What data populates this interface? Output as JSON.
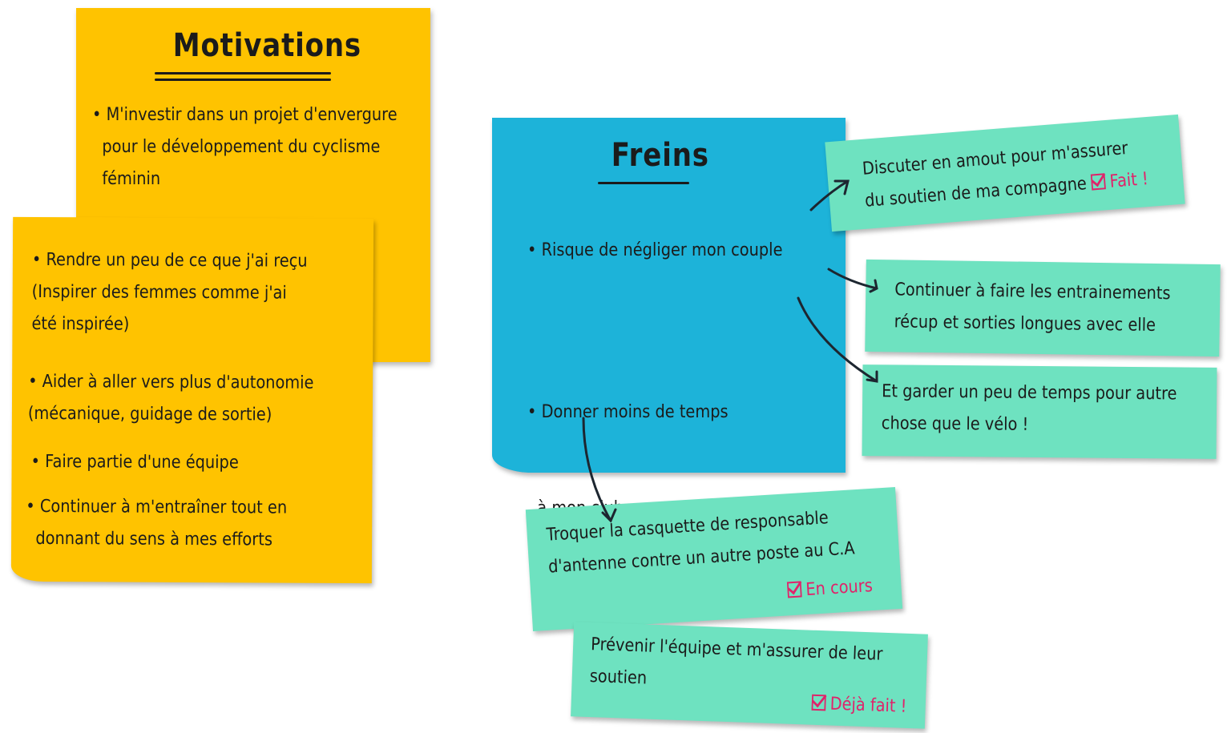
{
  "motivations": {
    "title": "Motivations",
    "items": [
      [
        "• M'investir dans un projet d'envergure",
        "pour le développement du cyclisme",
        "féminin"
      ],
      [
        "• Rendre un peu de ce que j'ai reçu",
        "(Inspirer des femmes comme j'ai",
        " été inspirée)"
      ],
      [
        "• Aider à aller vers plus d'autonomie",
        "(mécanique, guidage de sortie)"
      ],
      [
        "• Faire partie d'une équipe"
      ],
      [
        "• Continuer à m'entraîner tout en",
        "donnant du sens à mes efforts"
      ]
    ]
  },
  "freins": {
    "title": "Freins",
    "items": [
      [
        "• Risque de négliger mon couple"
      ],
      [
        "• Donner moins de temps",
        "  à mon club"
      ]
    ]
  },
  "actions": [
    {
      "lines": [
        "Discuter en amout pour m'assurer",
        "du soutien de ma compagne"
      ],
      "status": "Fait !"
    },
    {
      "lines": [
        "Continuer à faire les entrainements",
        "récup et sorties longues avec elle"
      ]
    },
    {
      "lines": [
        "Et garder un peu de temps pour autre",
        "chose que le vélo !"
      ]
    },
    {
      "lines": [
        "Troquer la casquette de responsable",
        "d'antenne contre un autre poste au C.A"
      ],
      "status": "En cours"
    },
    {
      "lines": [
        "Prévenir l'équipe et m'assurer de leur",
        "soutien"
      ],
      "status": "Déjà fait !"
    }
  ],
  "colors": {
    "motivations": "#FFC300",
    "freins": "#1DB3D9",
    "actions": "#6EE2C0",
    "status": "#E0236A"
  }
}
